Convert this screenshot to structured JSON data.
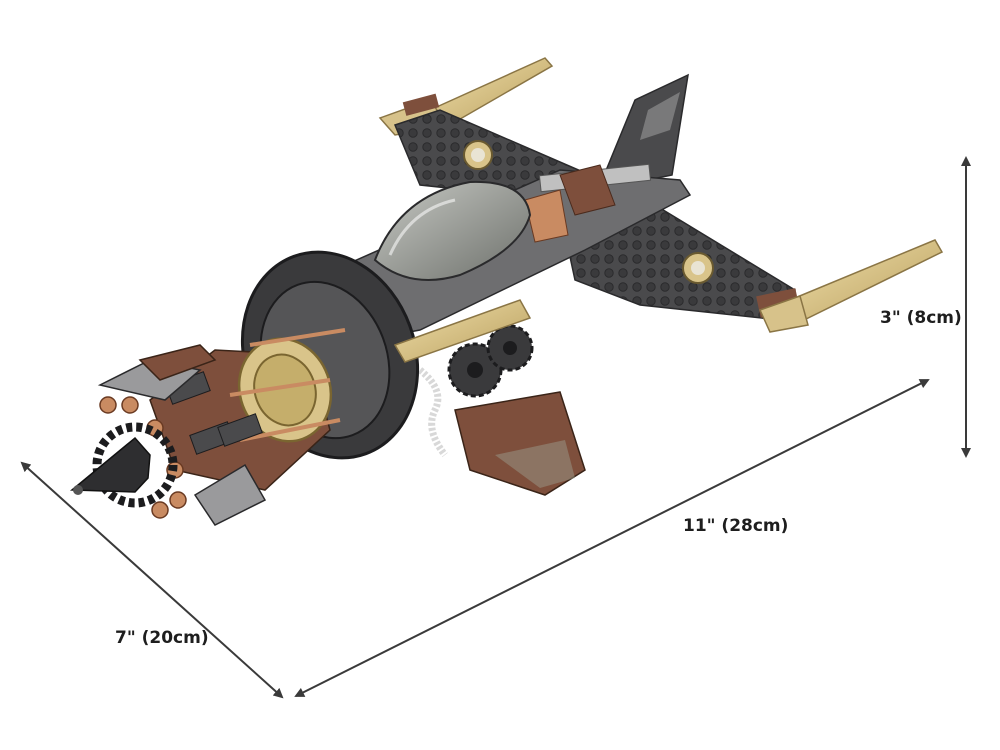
{
  "image": {
    "subject": "brick-built-aircraft",
    "palette": {
      "dark_gray": "#4a4a4c",
      "darker_gray": "#333335",
      "tan": "#d9c48a",
      "copper": "#c98b62",
      "reddish_brown": "#7e4f3c",
      "canopy": "#8f928c",
      "arrow": "#3a3a3a"
    }
  },
  "dimensions": {
    "height_label": "3\" (8cm)",
    "length_label": "11\" (28cm)",
    "width_label": "7\" (20cm)"
  }
}
